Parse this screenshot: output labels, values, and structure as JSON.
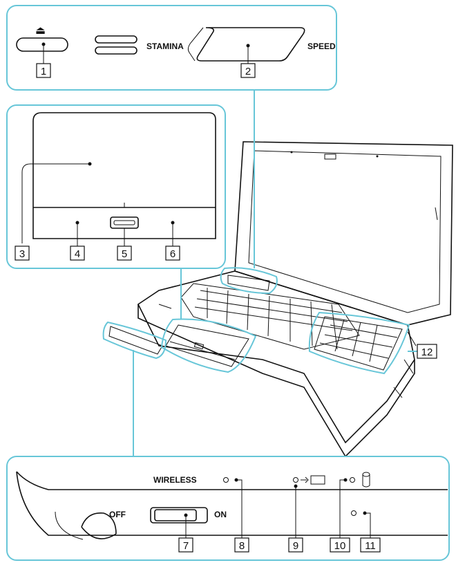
{
  "panels": {
    "top": {
      "eject_symbol": "⏏",
      "stamina_label": "STAMINA",
      "speed_label": "SPEED"
    },
    "front": {
      "wireless_label": "WIRELESS",
      "off_label": "OFF",
      "on_label": "ON"
    }
  },
  "callouts": [
    {
      "id": "1",
      "label": "1"
    },
    {
      "id": "2",
      "label": "2"
    },
    {
      "id": "3",
      "label": "3"
    },
    {
      "id": "4",
      "label": "4"
    },
    {
      "id": "5",
      "label": "5"
    },
    {
      "id": "6",
      "label": "6"
    },
    {
      "id": "7",
      "label": "7"
    },
    {
      "id": "8",
      "label": "8"
    },
    {
      "id": "9",
      "label": "9"
    },
    {
      "id": "10",
      "label": "10"
    },
    {
      "id": "11",
      "label": "11"
    },
    {
      "id": "12",
      "label": "12"
    }
  ],
  "colors": {
    "panel_outline": "#67c6d8",
    "ink": "#111111",
    "background": "#ffffff"
  },
  "icons": [
    "eject-icon",
    "battery-charge-icon",
    "disk-drive-icon",
    "led-indicator-icon"
  ]
}
